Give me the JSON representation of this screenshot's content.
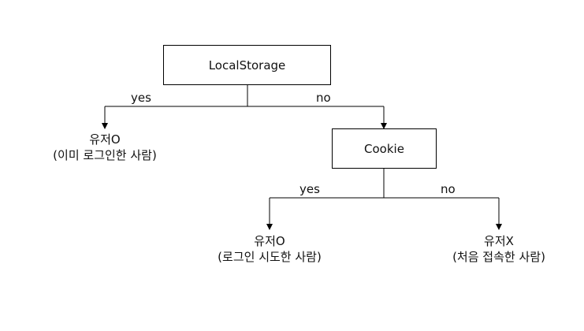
{
  "nodes": {
    "root": {
      "label": "LocalStorage"
    },
    "cookie": {
      "label": "Cookie"
    }
  },
  "edges": {
    "root_yes": "yes",
    "root_no": "no",
    "cookie_yes": "yes",
    "cookie_no": "no"
  },
  "leaves": {
    "logged_in": {
      "title": "유저O",
      "note": "(이미 로그인한 사람)"
    },
    "login_attempt": {
      "title": "유저O",
      "note": "(로그인 시도한 사람)"
    },
    "first_visit": {
      "title": "유저X",
      "note": "(처음 접속한 사람)"
    }
  }
}
